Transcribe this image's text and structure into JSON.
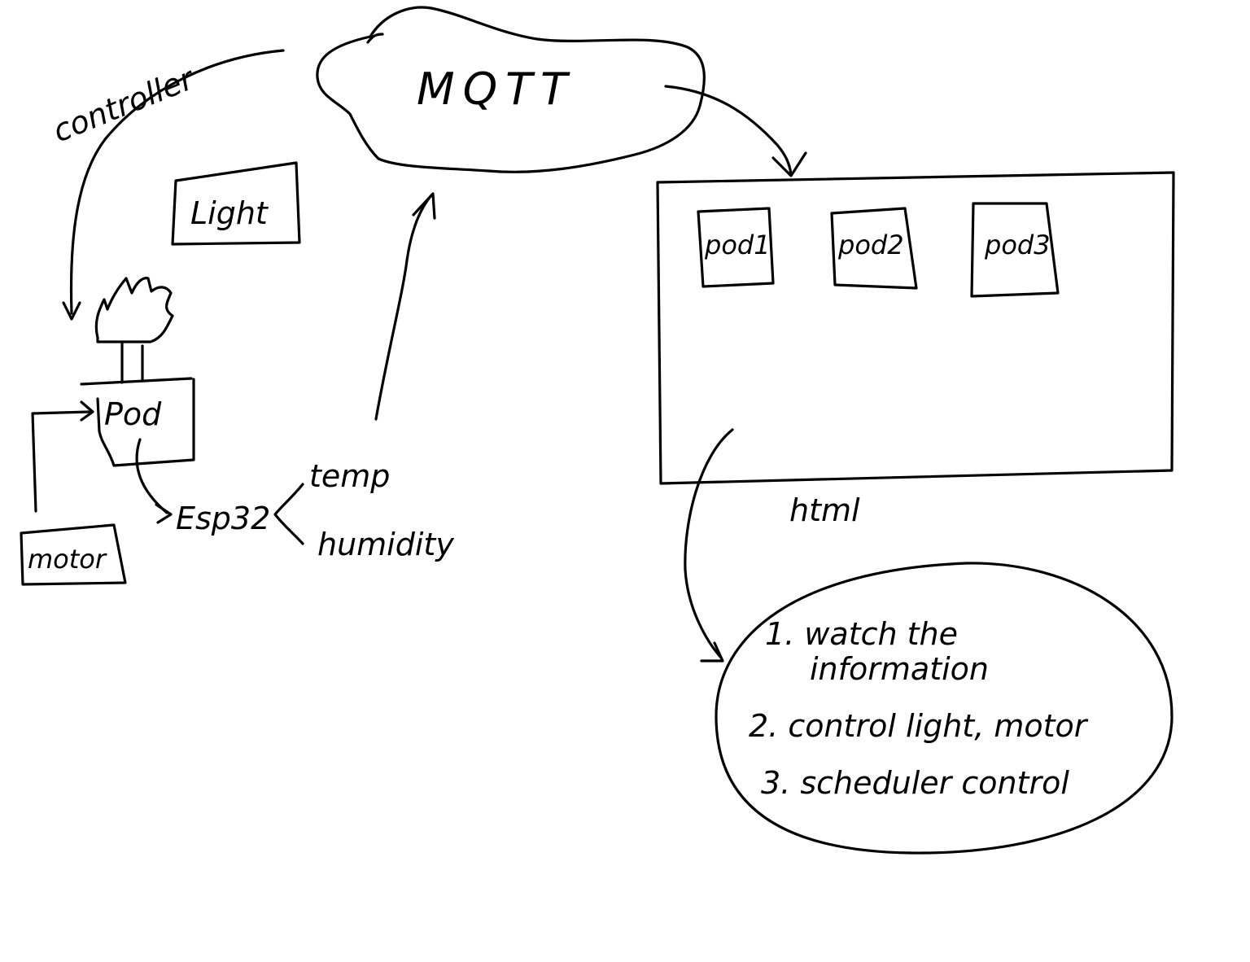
{
  "diagram": {
    "mqtt_label": "MQTT",
    "controller_label": "controller",
    "light_label": "Light",
    "pod_label": "Pod",
    "motor_label": "motor",
    "esp_label": "Esp32",
    "temp_label": "temp",
    "humidity_label": "humidity",
    "html_label": "html",
    "dashboard_pods": [
      "pod1",
      "pod2",
      "pod3"
    ],
    "features": [
      "1. watch the",
      "information",
      "2. control light, motor",
      "3. scheduler control"
    ]
  }
}
